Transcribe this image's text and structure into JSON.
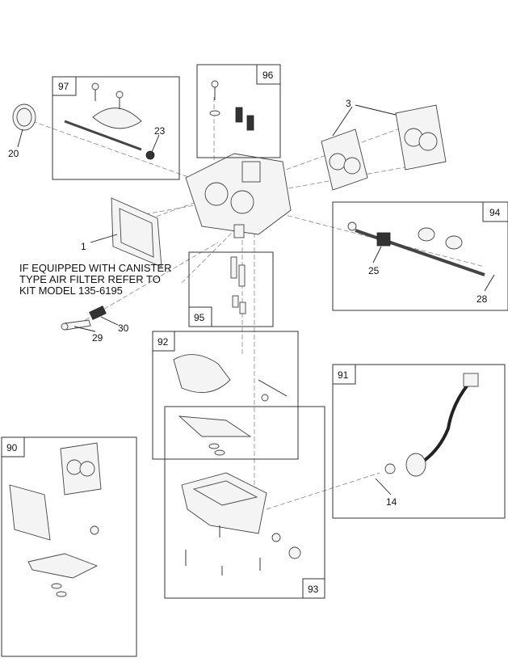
{
  "diagram": {
    "note": [
      "IF EQUIPPED WITH CANISTER",
      "TYPE AIR FILTER REFER TO",
      "KIT MODEL 135-6195"
    ],
    "kits": [
      "97",
      "96",
      "94",
      "95",
      "92",
      "91",
      "90",
      "93"
    ],
    "callouts": {
      "c3": "3",
      "c23": "23",
      "c20": "20",
      "c1": "1",
      "c25": "25",
      "c28": "28",
      "c29": "29",
      "c30": "30",
      "c14": "14"
    }
  }
}
